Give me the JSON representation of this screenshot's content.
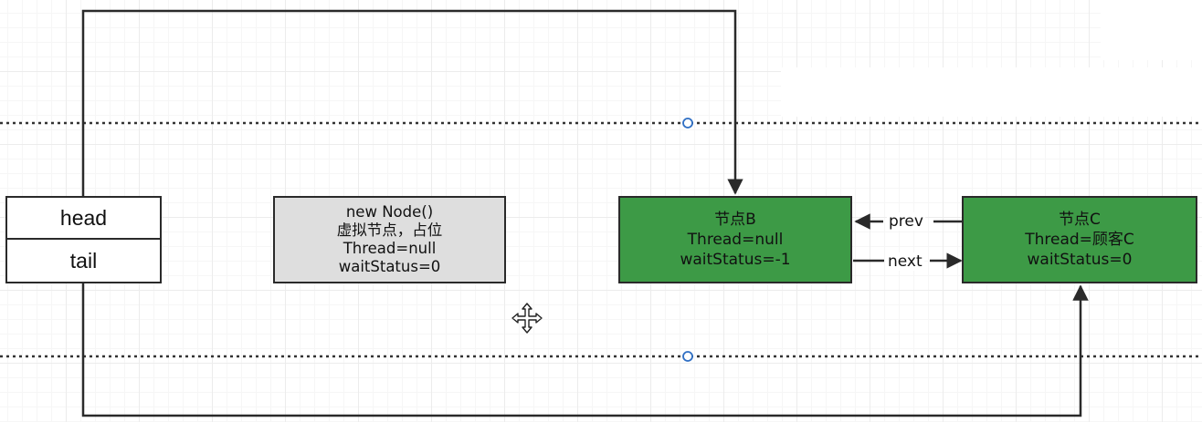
{
  "refs": {
    "head_label": "head",
    "tail_label": "tail"
  },
  "nodes": {
    "dummy": {
      "lines": [
        "new Node()",
        "虚拟节点，占位",
        "Thread=null",
        "waitStatus=0"
      ],
      "fill": "#dedede"
    },
    "node_b": {
      "lines": [
        "节点B",
        "Thread=null",
        "waitStatus=-1"
      ],
      "fill": "#3d9a46"
    },
    "node_c": {
      "lines": [
        "节点C",
        "Thread=顾客C",
        "waitStatus=0"
      ],
      "fill": "#3d9a46"
    }
  },
  "edges": {
    "prev_label": "prev",
    "next_label": "next"
  },
  "icons": {
    "move": "move-cursor-icon",
    "connection_point": "handle-circle-icon"
  }
}
